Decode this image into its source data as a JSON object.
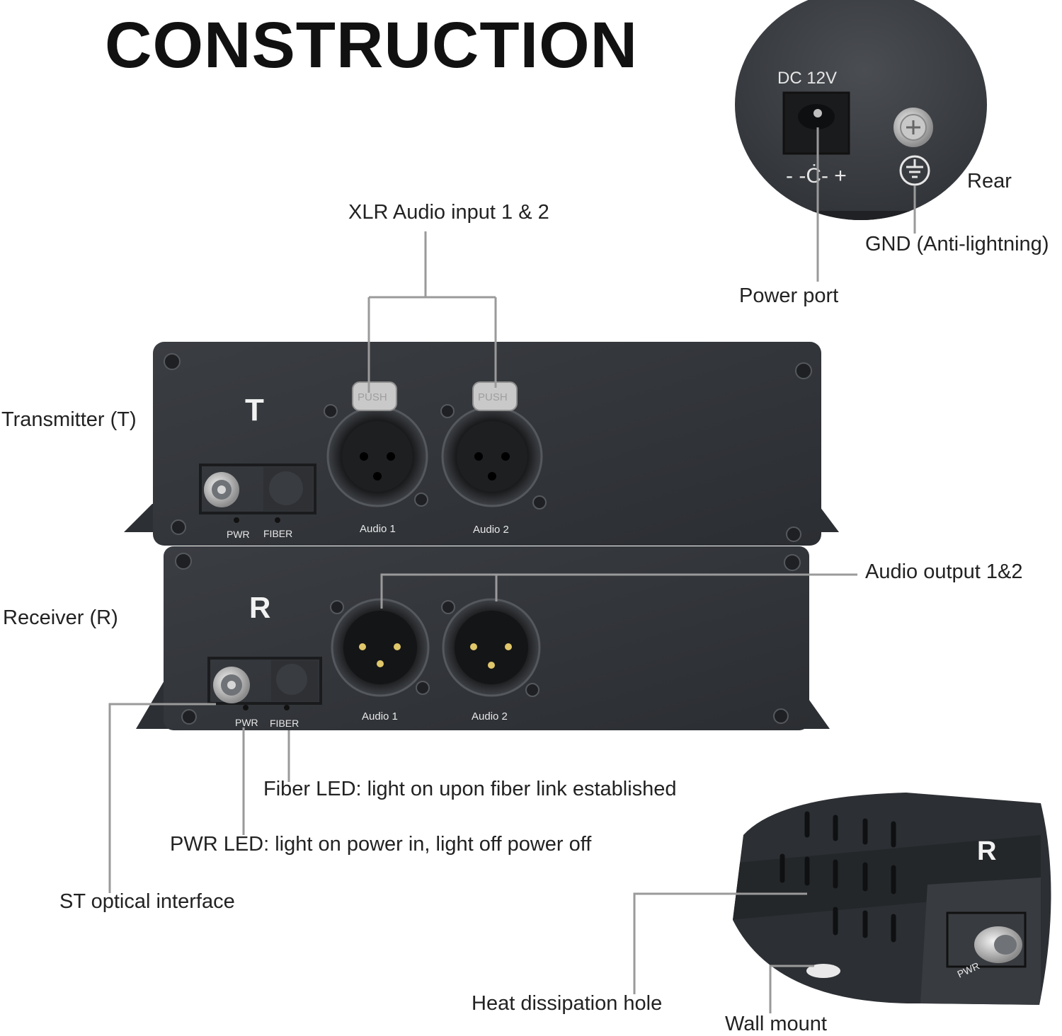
{
  "title": "CONSTRUCTION",
  "labels": {
    "xlr_input": "XLR Audio input 1 &  2",
    "transmitter": "Transmitter (T)",
    "receiver": "Receiver (R)",
    "audio_output": "Audio output 1&2",
    "fiber_led": "Fiber LED: light on upon fiber link established",
    "pwr_led": "PWR LED: light on power in, light off power off",
    "st_optical": "ST optical interface",
    "power_port": "Power port",
    "gnd": "GND (Anti-lightning)",
    "rear": "Rear",
    "heat_hole": "Heat dissipation hole",
    "wall_mount": "Wall mount"
  },
  "device": {
    "t_letter": "T",
    "r_letter": "R",
    "pwr": "PWR",
    "fiber": "FIBER",
    "audio1": "Audio 1",
    "audio2": "Audio 2",
    "push": "PUSH",
    "dc": "DC 12V",
    "polarity": "- -Ċ- +"
  },
  "colors": {
    "panel": "#35383c",
    "panel_dark": "#2a2d30",
    "accent_line": "#9a9a9a"
  }
}
